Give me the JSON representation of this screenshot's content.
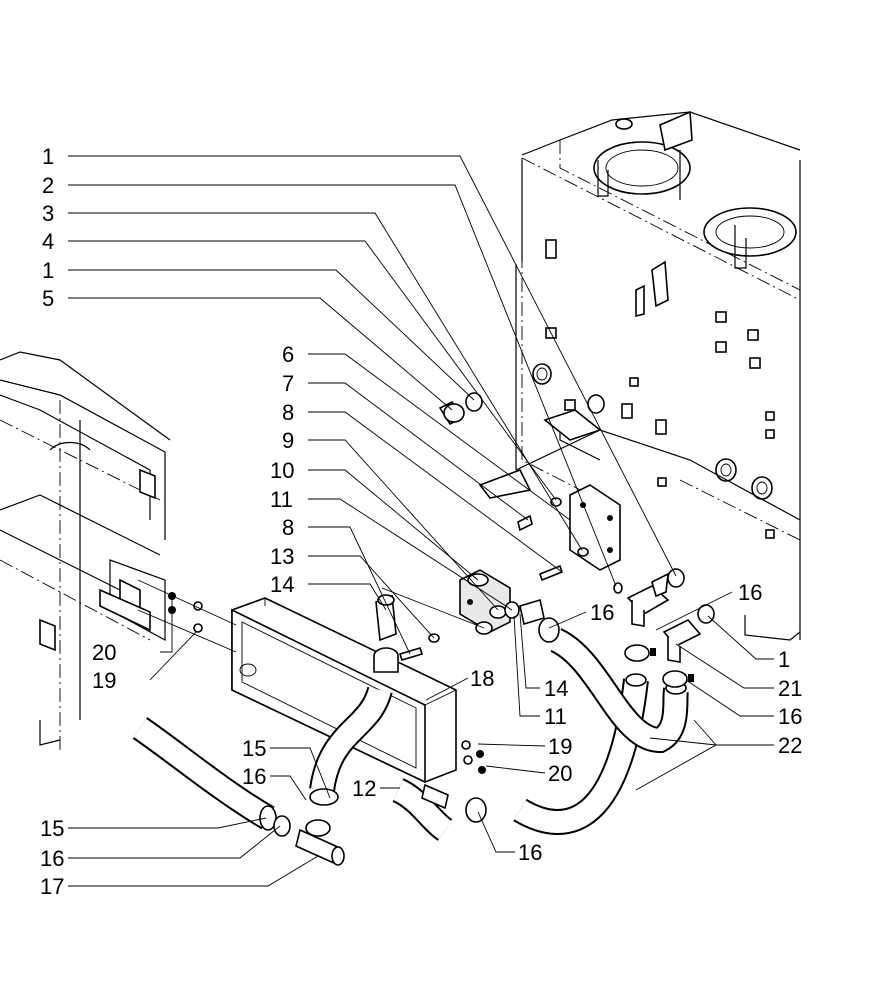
{
  "labels": [
    {
      "id": "c1a",
      "text": "1"
    },
    {
      "id": "c2",
      "text": "2"
    },
    {
      "id": "c3",
      "text": "3"
    },
    {
      "id": "c4",
      "text": "4"
    },
    {
      "id": "c1b",
      "text": "1"
    },
    {
      "id": "c5",
      "text": "5"
    },
    {
      "id": "c6",
      "text": "6"
    },
    {
      "id": "c7",
      "text": "7"
    },
    {
      "id": "c8a",
      "text": "8"
    },
    {
      "id": "c9",
      "text": "9"
    },
    {
      "id": "c10",
      "text": "10"
    },
    {
      "id": "c11a",
      "text": "11"
    },
    {
      "id": "c8b",
      "text": "8"
    },
    {
      "id": "c13",
      "text": "13"
    },
    {
      "id": "c14a",
      "text": "14"
    },
    {
      "id": "c20a",
      "text": "20"
    },
    {
      "id": "c19a",
      "text": "19"
    },
    {
      "id": "c18",
      "text": "18"
    },
    {
      "id": "c15a",
      "text": "15"
    },
    {
      "id": "c16a",
      "text": "16"
    },
    {
      "id": "c12",
      "text": "12"
    },
    {
      "id": "c15b",
      "text": "15"
    },
    {
      "id": "c16b",
      "text": "16"
    },
    {
      "id": "c17",
      "text": "17"
    },
    {
      "id": "c16c",
      "text": "16"
    },
    {
      "id": "c16d",
      "text": "16"
    },
    {
      "id": "c14b",
      "text": "14"
    },
    {
      "id": "c11b",
      "text": "11"
    },
    {
      "id": "c19b",
      "text": "19"
    },
    {
      "id": "c20b",
      "text": "20"
    },
    {
      "id": "c16e",
      "text": "16"
    },
    {
      "id": "c1c",
      "text": "1"
    },
    {
      "id": "c21",
      "text": "21"
    },
    {
      "id": "c16f",
      "text": "16"
    },
    {
      "id": "c22",
      "text": "22"
    }
  ]
}
